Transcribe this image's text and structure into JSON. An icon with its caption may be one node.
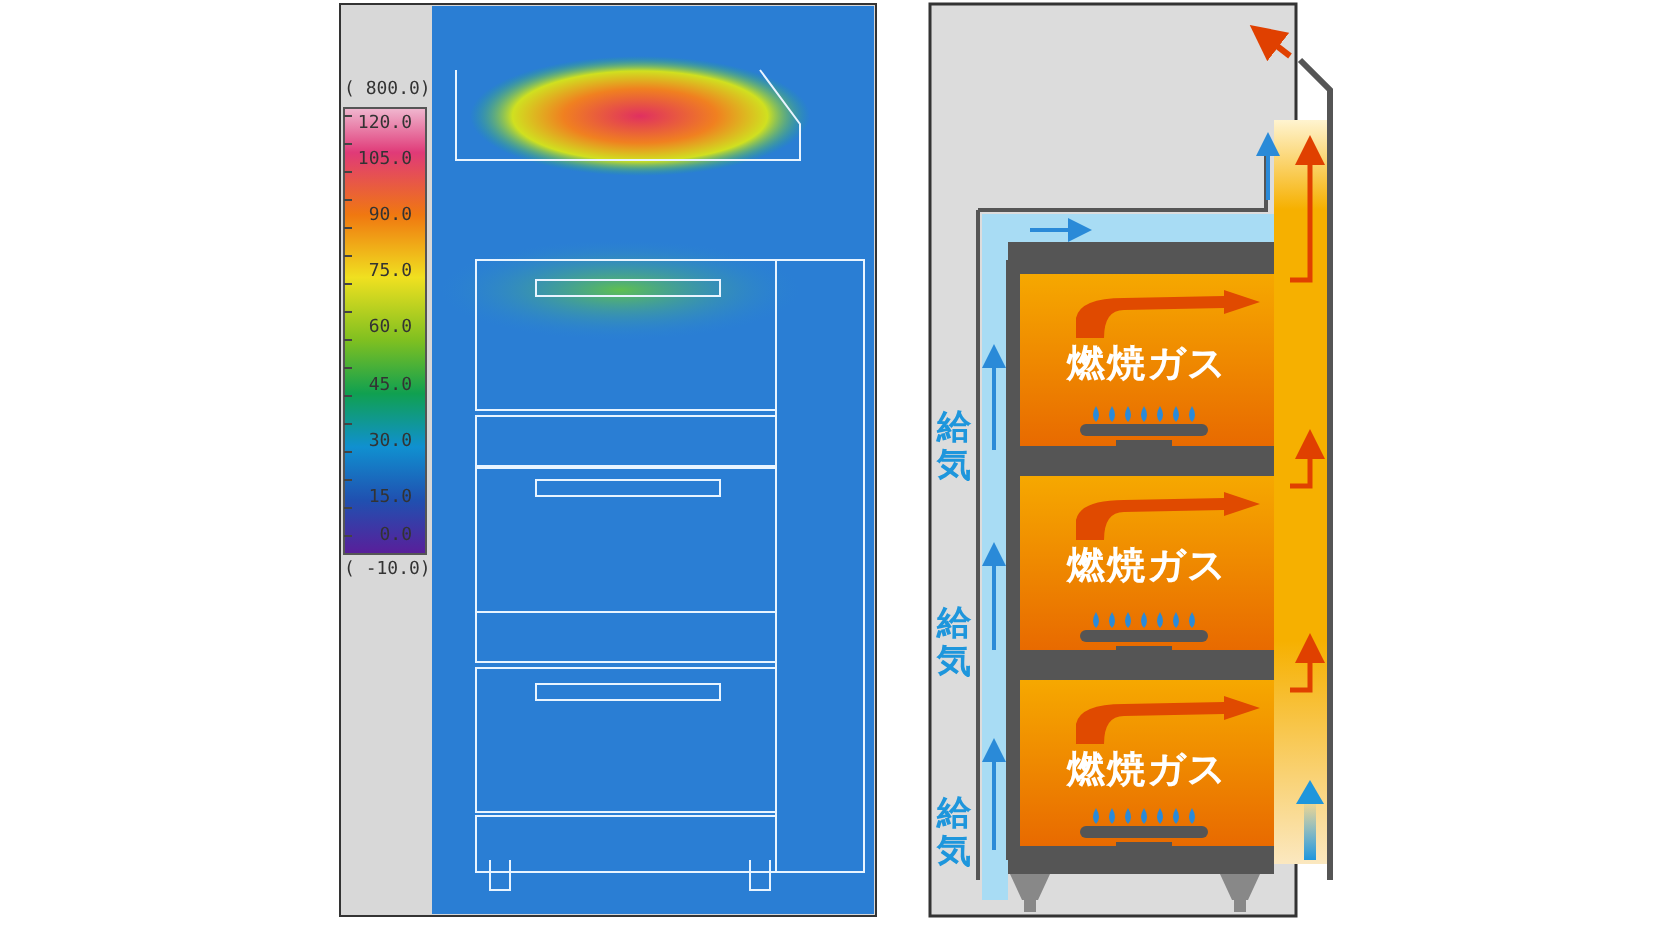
{
  "diagram": {
    "nodes": [
      {
        "text": [
          "燃焼ガス"
        ]
      },
      {
        "text": [
          "燃焼ガス"
        ]
      },
      {
        "text": [
          "燃焼ガス"
        ]
      }
    ],
    "labels": [
      "( 800.0)",
      "120.0",
      "105.0",
      "90.0",
      "75.0",
      "60.0",
      "45.0",
      "30.0",
      "15.0",
      "0.0",
      "( -10.0)",
      "給気",
      "給気",
      "給気"
    ]
  }
}
